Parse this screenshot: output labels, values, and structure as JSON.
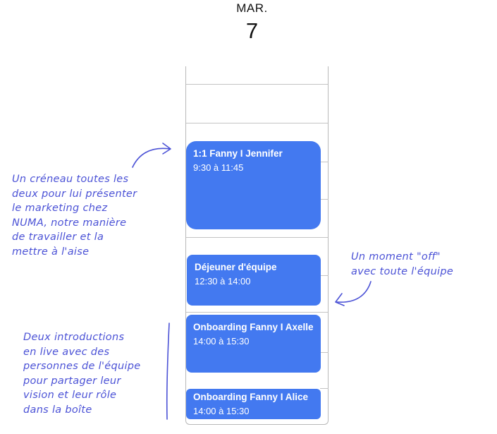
{
  "calendar": {
    "day_name": "MAR.",
    "day_number": "7",
    "events": [
      {
        "title": "1:1  Fanny I Jennifer",
        "time": "9:30 à 11:45"
      },
      {
        "title": "Déjeuner d'équipe",
        "time": "12:30 à 14:00"
      },
      {
        "title": "Onboarding Fanny I Axelle",
        "time": "14:00 à 15:30"
      },
      {
        "title": "Onboarding Fanny I Alice",
        "time": "14:00 à 15:30"
      }
    ]
  },
  "annotations": {
    "left_top": "Un créneau toutes les\ndeux pour lui présenter\nle marketing chez\nNUMA, notre manière\nde travailler et la\nmettre à l'aise",
    "right": "Un moment \"off\"\navec toute l'équipe",
    "left_bottom": "Deux introductions\nen live avec des\npersonnes de l'équipe\npour partager leur\nvision et leur rôle\ndans la boîte"
  },
  "colors": {
    "event": "#4379f0",
    "annotation": "#4b52d6"
  }
}
